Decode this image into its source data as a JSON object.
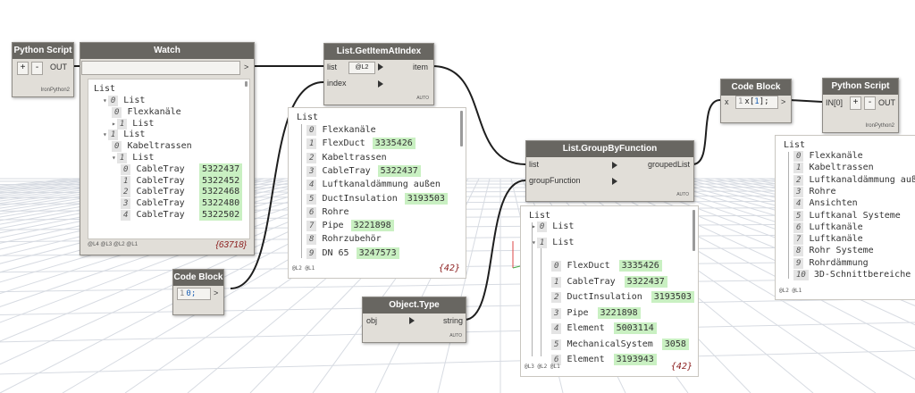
{
  "canvas": {
    "background": "#ffffff",
    "grid_color": "#d7dbe2",
    "wire_color": "#1e1e1e",
    "accent_value_bg": "#c9f0c2"
  },
  "python_script_1": {
    "title": "Python Script",
    "plus": "+",
    "minus": "-",
    "out": "OUT",
    "footer": "IronPython2"
  },
  "watch": {
    "title": "Watch",
    "port_arrow": ">",
    "root": "List",
    "rows": [
      {
        "indent": 1,
        "idx": "0",
        "text": "List",
        "toggle": "▾"
      },
      {
        "indent": 2,
        "idx": "0",
        "text": "Flexkanäle"
      },
      {
        "indent": 2,
        "idx": "1",
        "text": "List",
        "toggle": "▸"
      },
      {
        "indent": 1,
        "idx": "1",
        "text": "List",
        "toggle": "▾"
      },
      {
        "indent": 2,
        "idx": "0",
        "text": "Kabeltrassen"
      },
      {
        "indent": 2,
        "idx": "1",
        "text": "List",
        "toggle": "▾"
      },
      {
        "indent": 3,
        "idx": "0",
        "text": "CableTray",
        "value": "5322437"
      },
      {
        "indent": 3,
        "idx": "1",
        "text": "CableTray",
        "value": "5322452"
      },
      {
        "indent": 3,
        "idx": "2",
        "text": "CableTray",
        "value": "5322468"
      },
      {
        "indent": 3,
        "idx": "3",
        "text": "CableTray",
        "value": "5322480"
      },
      {
        "indent": 3,
        "idx": "4",
        "text": "CableTray",
        "value": "5322502"
      }
    ],
    "lacing": "@L4 @L3 @L2 @L1",
    "count": "{63718}"
  },
  "get_item": {
    "title": "List.GetItemAtIndex",
    "in1": "list",
    "in1_lace": "@L2",
    "in2": "index",
    "out": "item",
    "auto": "AUTO",
    "preview": {
      "root": "List",
      "rows": [
        {
          "idx": "0",
          "text": "Flexkanäle"
        },
        {
          "idx": "1",
          "text": "FlexDuct",
          "value": "3335426"
        },
        {
          "idx": "2",
          "text": "Kabeltrassen"
        },
        {
          "idx": "3",
          "text": "CableTray",
          "value": "5322437"
        },
        {
          "idx": "4",
          "text": "Luftkanaldämmung außen"
        },
        {
          "idx": "5",
          "text": "DuctInsulation",
          "value": "3193503"
        },
        {
          "idx": "6",
          "text": "Rohre"
        },
        {
          "idx": "7",
          "text": "Pipe",
          "value": "3221898"
        },
        {
          "idx": "8",
          "text": "Rohrzubehör"
        },
        {
          "idx": "9",
          "text": "DN 65",
          "value": "3247573"
        }
      ],
      "lacing": "@L2 @L1",
      "count": "{42}"
    }
  },
  "code_block_1": {
    "title": "Code Block",
    "line": "1",
    "code": "0;",
    "out": ">"
  },
  "object_type": {
    "title": "Object.Type",
    "in": "obj",
    "out": "string",
    "auto": "AUTO"
  },
  "group_by": {
    "title": "List.GroupByFunction",
    "in1": "list",
    "in2": "groupFunction",
    "out": "groupedList",
    "auto": "AUTO",
    "preview": {
      "root": "List",
      "rows": [
        {
          "indent": 0,
          "idx": "0",
          "text": "List",
          "toggle": "▸"
        },
        {
          "indent": 0,
          "idx": "1",
          "text": "List",
          "toggle": "▾"
        },
        {
          "indent": 1,
          "idx": "0",
          "text": "FlexDuct",
          "value": "3335426"
        },
        {
          "indent": 1,
          "idx": "1",
          "text": "CableTray",
          "value": "5322437"
        },
        {
          "indent": 1,
          "idx": "2",
          "text": "DuctInsulation",
          "value": "3193503"
        },
        {
          "indent": 1,
          "idx": "3",
          "text": "Pipe",
          "value": "3221898"
        },
        {
          "indent": 1,
          "idx": "4",
          "text": "Element",
          "value": "5003114"
        },
        {
          "indent": 1,
          "idx": "5",
          "text": "MechanicalSystem",
          "value": "3058"
        },
        {
          "indent": 1,
          "idx": "6",
          "text": "Element",
          "value": "3193943"
        }
      ],
      "lacing": "@L3 @L2 @L1",
      "count": "{42}"
    }
  },
  "code_block_2": {
    "title": "Code Block",
    "port": "x",
    "line": "1",
    "code_prefix": "x[",
    "code_num": "1",
    "code_suffix": "];",
    "out": ">"
  },
  "python_script_2": {
    "title": "Python Script",
    "in": "IN[0]",
    "plus": "+",
    "minus": "-",
    "out": "OUT",
    "footer": "IronPython2",
    "preview": {
      "root": "List",
      "rows": [
        {
          "idx": "0",
          "text": "Flexkanäle"
        },
        {
          "idx": "1",
          "text": "Kabeltrassen"
        },
        {
          "idx": "2",
          "text": "Luftkanaldämmung außen"
        },
        {
          "idx": "3",
          "text": "Rohre"
        },
        {
          "idx": "4",
          "text": "Ansichten"
        },
        {
          "idx": "5",
          "text": "Luftkanal Systeme"
        },
        {
          "idx": "6",
          "text": "Luftkanäle"
        },
        {
          "idx": "7",
          "text": "Luftkanäle"
        },
        {
          "idx": "8",
          "text": "Rohr Systeme"
        },
        {
          "idx": "9",
          "text": "Rohrdämmung"
        },
        {
          "idx": "10",
          "text": "3D-Schnittbereiche"
        }
      ],
      "lacing": "@L2 @L1"
    }
  }
}
